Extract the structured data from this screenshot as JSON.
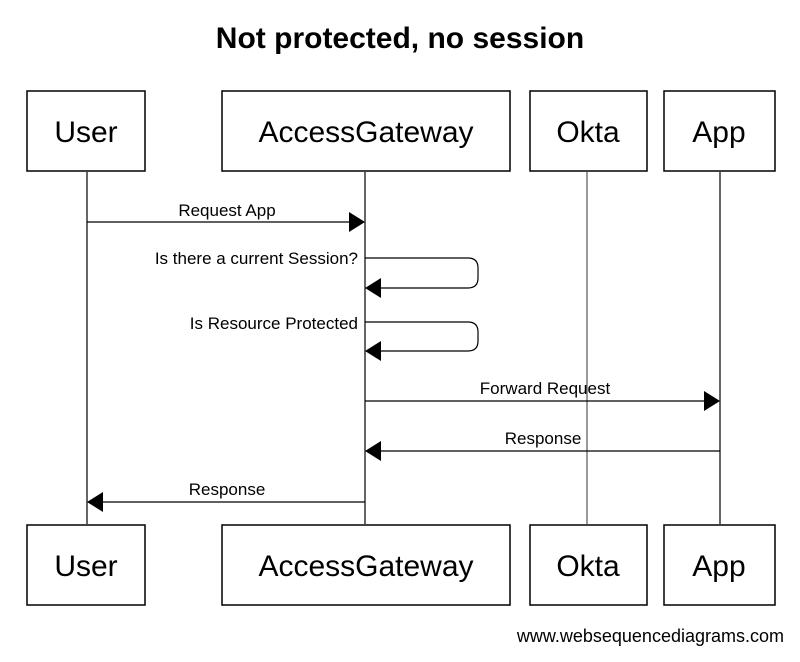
{
  "title": "Not protected, no session",
  "actors": [
    {
      "id": "user",
      "label": "User"
    },
    {
      "id": "gateway",
      "label": "AccessGateway"
    },
    {
      "id": "okta",
      "label": "Okta"
    },
    {
      "id": "app",
      "label": "App"
    }
  ],
  "messages": [
    {
      "from": "user",
      "to": "gateway",
      "label": "Request App"
    },
    {
      "from": "gateway",
      "to": "gateway",
      "label": "Is there a current Session?"
    },
    {
      "from": "gateway",
      "to": "gateway",
      "label": "Is Resource Protected"
    },
    {
      "from": "gateway",
      "to": "app",
      "label": "Forward Request"
    },
    {
      "from": "app",
      "to": "gateway",
      "label": "Response"
    },
    {
      "from": "gateway",
      "to": "user",
      "label": "Response"
    }
  ],
  "footer": "www.websequencediagrams.com"
}
